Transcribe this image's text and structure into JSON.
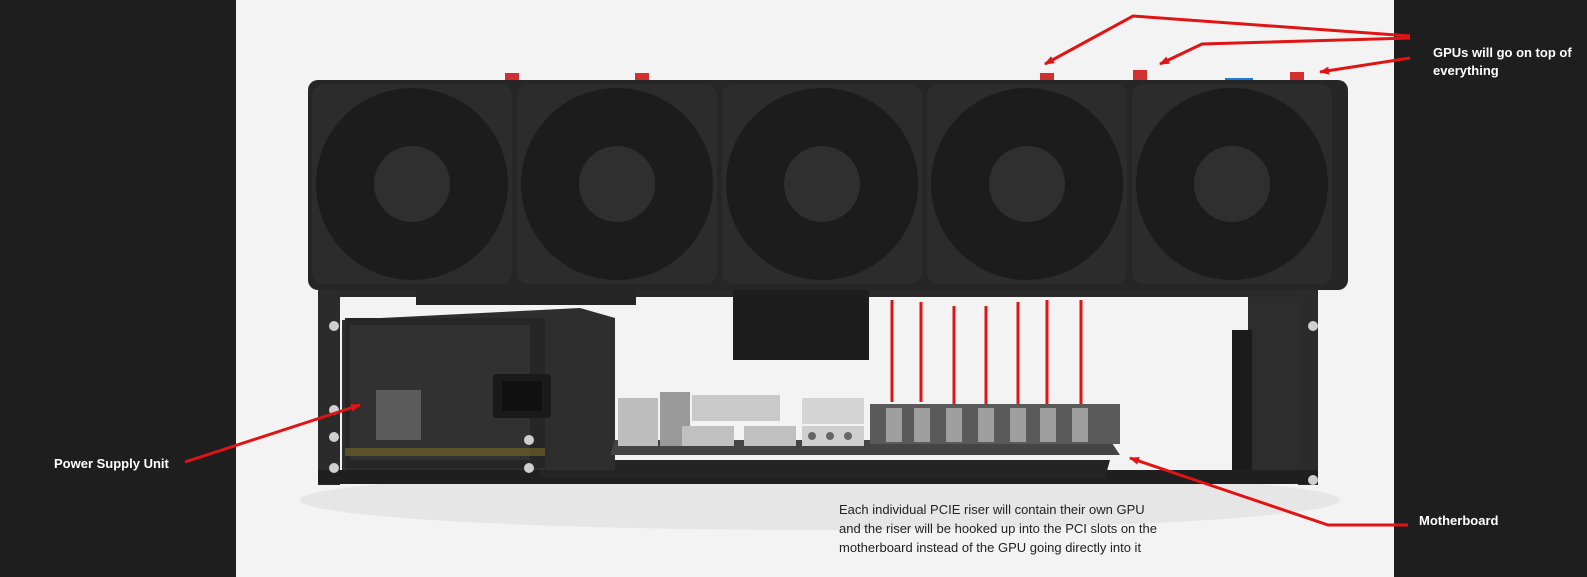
{
  "colors": {
    "panel_dark": "#1e1e1e",
    "photo_bg": "#f2f2f2",
    "frame": "#2b2b2b",
    "fan": "#262626",
    "annotation_red": "#e01414",
    "gpu_blue": "#1e7bd6"
  },
  "labels": {
    "gpus_line1": "GPUs will go on top of",
    "gpus_line2": "everything",
    "psu": "Power Supply Unit",
    "motherboard": "Motherboard"
  },
  "note": {
    "line1": "Each individual PCIE riser will contain their own GPU",
    "line2": "and the riser will be hooked up into the PCI slots on the",
    "line3": "motherboard instead of the GPU going directly into it"
  },
  "components": {
    "fan_count": 5,
    "pcie_slot_count": 7
  }
}
